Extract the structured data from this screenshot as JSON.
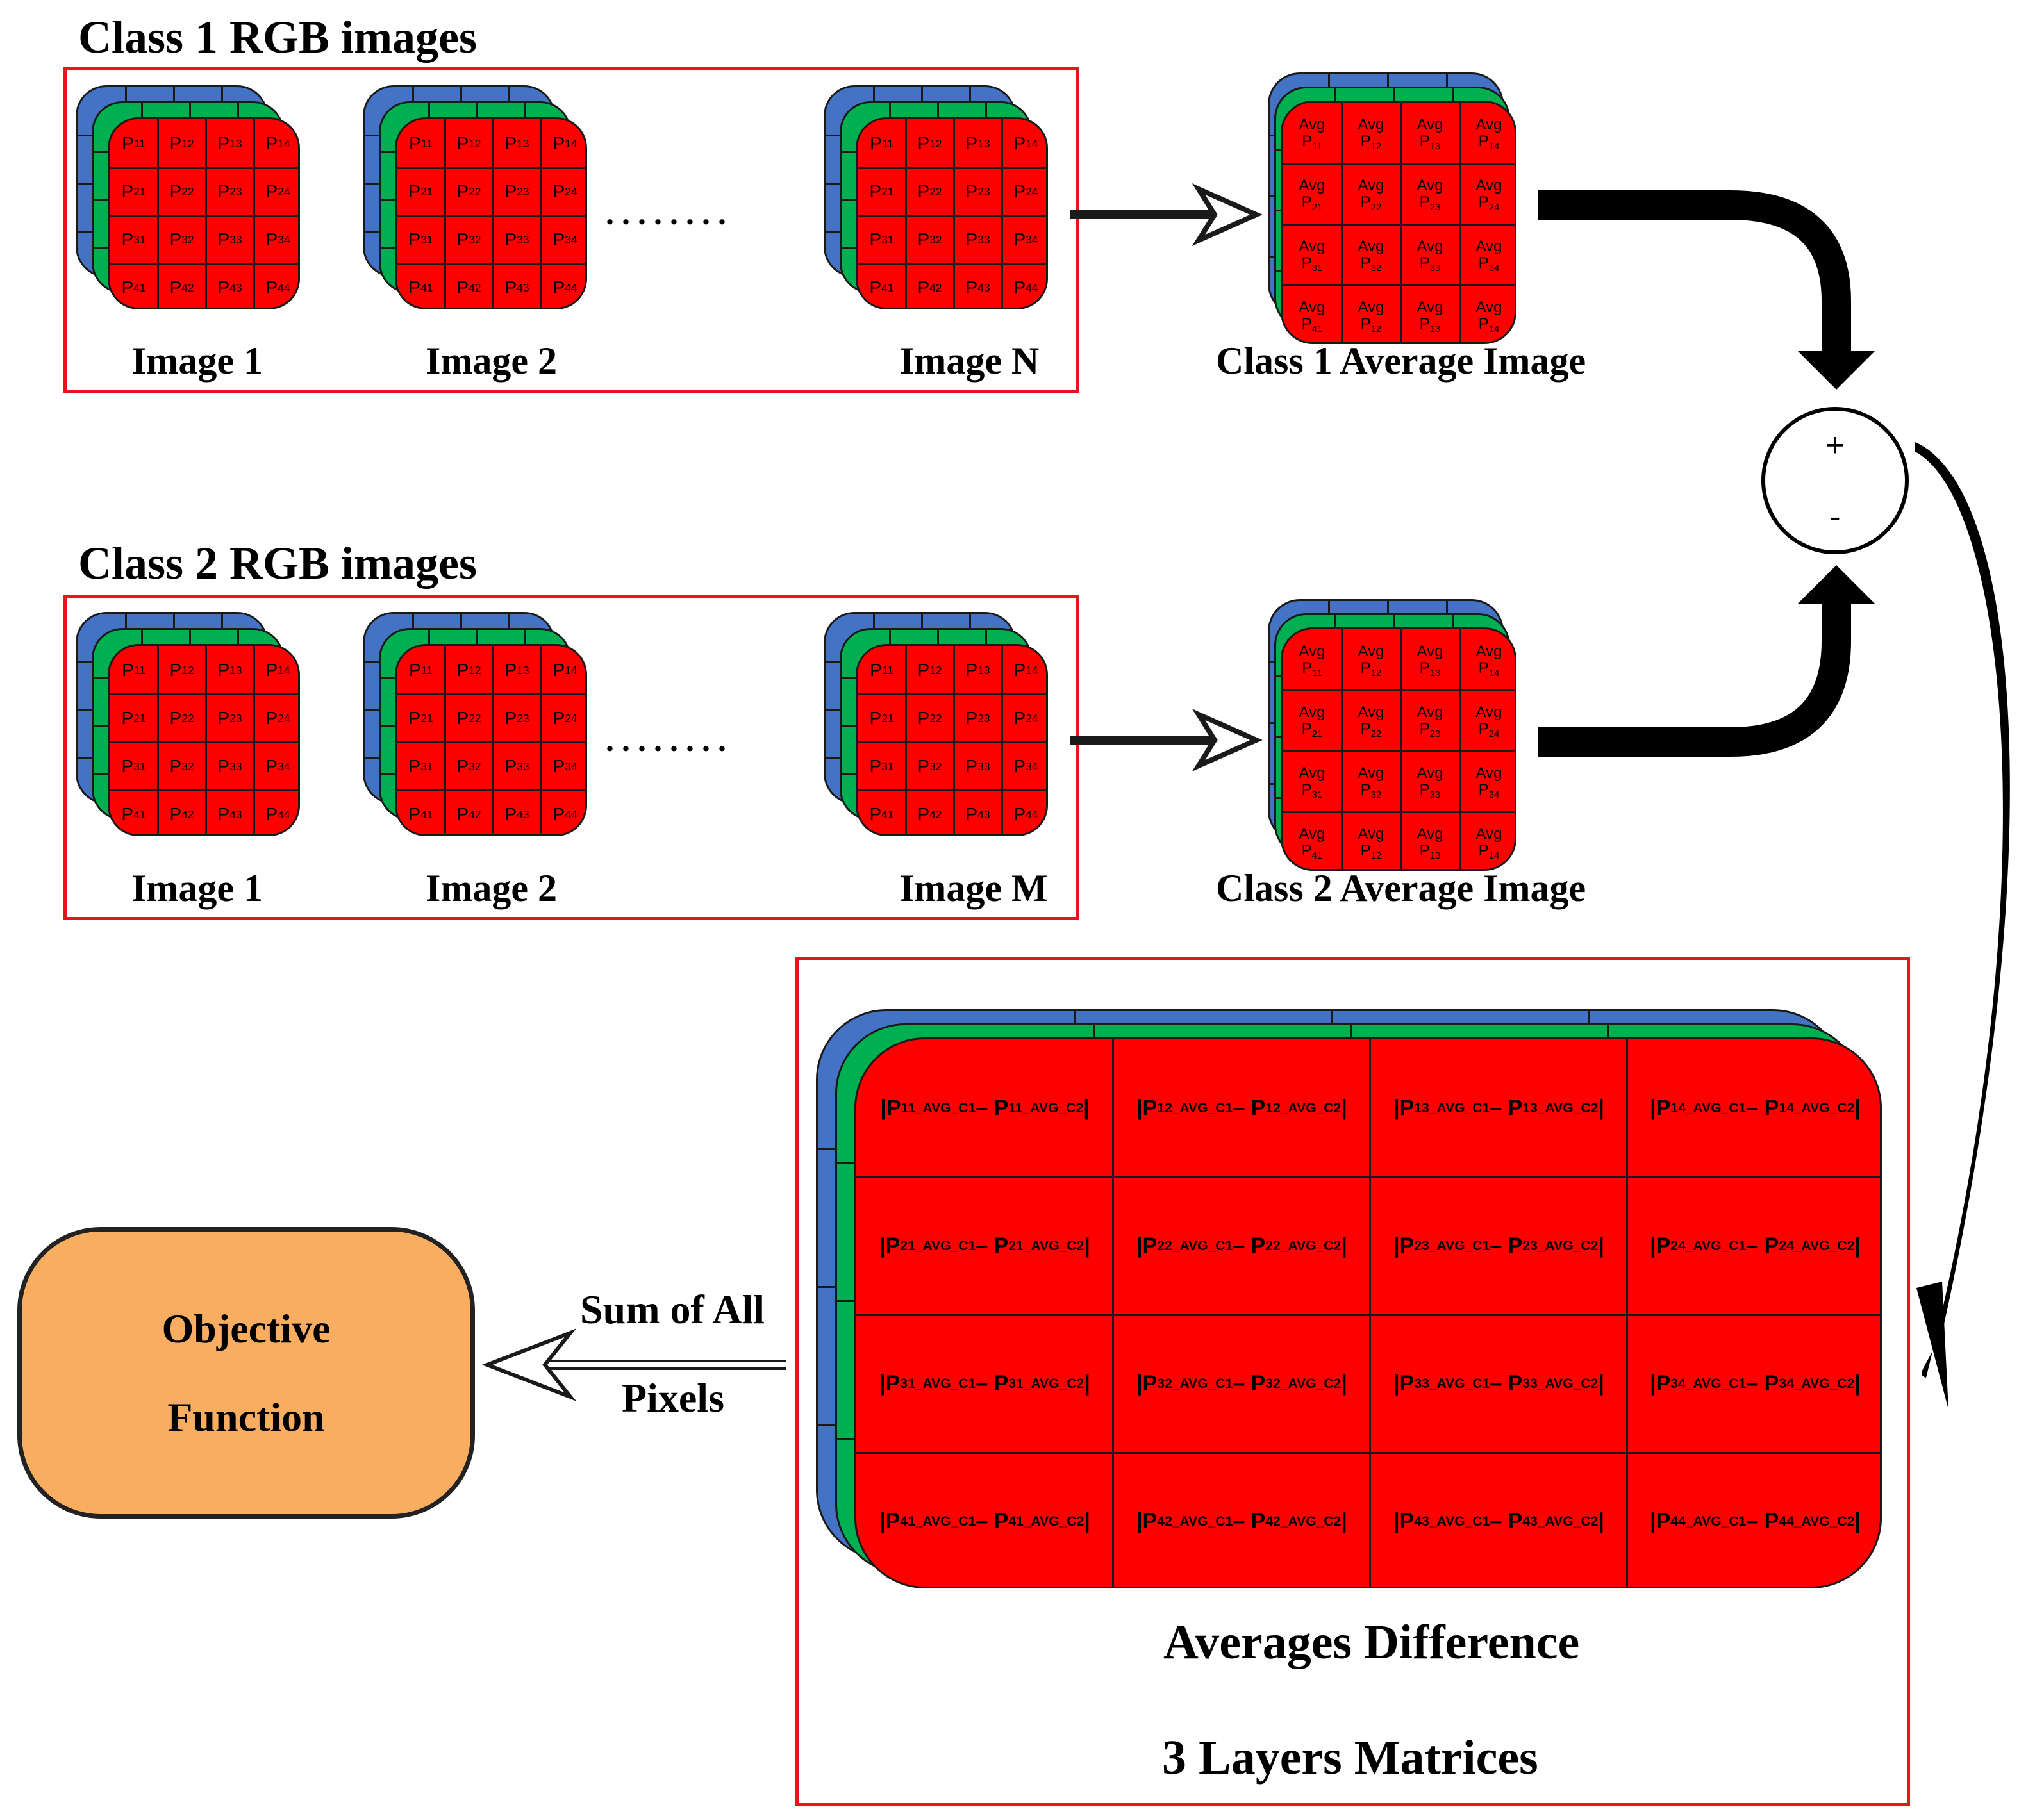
{
  "class1": {
    "title": "Class 1 RGB images",
    "images": [
      "Image 1",
      "Image 2",
      "Image N"
    ],
    "average_label": "Class 1 Average Image"
  },
  "class2": {
    "title": "Class 2 RGB images",
    "images": [
      "Image 1",
      "Image 2",
      "Image M"
    ],
    "average_label": "Class 2 Average Image"
  },
  "ellipsis": "........",
  "pixel_grid": [
    [
      "11",
      "12",
      "13",
      "14"
    ],
    [
      "21",
      "22",
      "23",
      "24"
    ],
    [
      "31",
      "32",
      "33",
      "34"
    ],
    [
      "41",
      "42",
      "43",
      "44"
    ]
  ],
  "pixel_prefix": "P",
  "avg_prefix": "Avg",
  "class1_avg_grid": [
    [
      "11",
      "12",
      "13",
      "14"
    ],
    [
      "21",
      "22",
      "23",
      "24"
    ],
    [
      "31",
      "32",
      "33",
      "34"
    ],
    [
      "41",
      "12",
      "13",
      "14"
    ]
  ],
  "class2_avg_grid": [
    [
      "11",
      "12",
      "13",
      "14"
    ],
    [
      "21",
      "22",
      "23",
      "24"
    ],
    [
      "31",
      "32",
      "33",
      "34"
    ],
    [
      "41",
      "12",
      "13",
      "14"
    ]
  ],
  "operator": {
    "plus": "+",
    "minus": "-"
  },
  "difference": {
    "label_top": "Averages Difference",
    "label_bottom": "3 Layers Matrices",
    "cell_suffix_c1": "_AVG_C1",
    "cell_suffix_c2": "_AVG_C2",
    "grid": [
      [
        "11",
        "12",
        "13",
        "14"
      ],
      [
        "21",
        "22",
        "23",
        "24"
      ],
      [
        "31",
        "32",
        "33",
        "34"
      ],
      [
        "41",
        "42",
        "43",
        "44"
      ]
    ]
  },
  "sum_label": {
    "line1": "Sum of All",
    "line2": "Pixels"
  },
  "objective": {
    "line1": "Objective",
    "line2": "Function"
  },
  "colors": {
    "red_layer": "#ff0000",
    "green_layer": "#00b050",
    "blue_layer": "#4472c4",
    "frame": "#e8141b",
    "objective_fill": "#f9ad60"
  }
}
